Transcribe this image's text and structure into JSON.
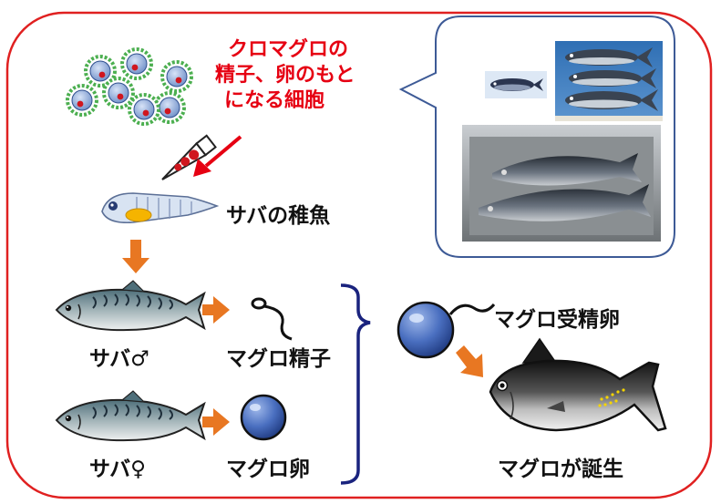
{
  "labels": {
    "cells_caption_line1": "クロマグロの",
    "cells_caption_line2": "精子、卵のもと",
    "cells_caption_line3": "になる細胞",
    "larva": "サバの稚魚",
    "male_mackerel": "サバ♂",
    "female_mackerel": "サバ♀",
    "tuna_sperm": "マグロ精子",
    "tuna_egg": "マグロ卵",
    "fertilized_egg": "マグロ受精卵",
    "tuna_born": "マグロが誕生"
  },
  "colors": {
    "frame_red": "#e02020",
    "caption_red": "#e60012",
    "arrow_orange": "#e87722",
    "bracket_navy": "#1a237e",
    "egg_blue": "#2e4f9e",
    "photo_bubble_border": "#3d5a96",
    "cell_green": "#4caf50"
  },
  "icons": {
    "germ_cells": "germ-cells-icon",
    "pipette": "pipette-icon",
    "larva": "mackerel-larva-icon",
    "male": "male-mackerel-icon",
    "female": "female-mackerel-icon",
    "sperm": "sperm-icon",
    "egg": "egg-icon",
    "fertilized_egg": "fertilized-egg-icon",
    "tuna": "bluefin-tuna-icon",
    "photo_small": "small-tuna-photo",
    "photo_medium": "juvenile-tuna-photo",
    "photo_large": "adult-tuna-cooler-photo"
  }
}
